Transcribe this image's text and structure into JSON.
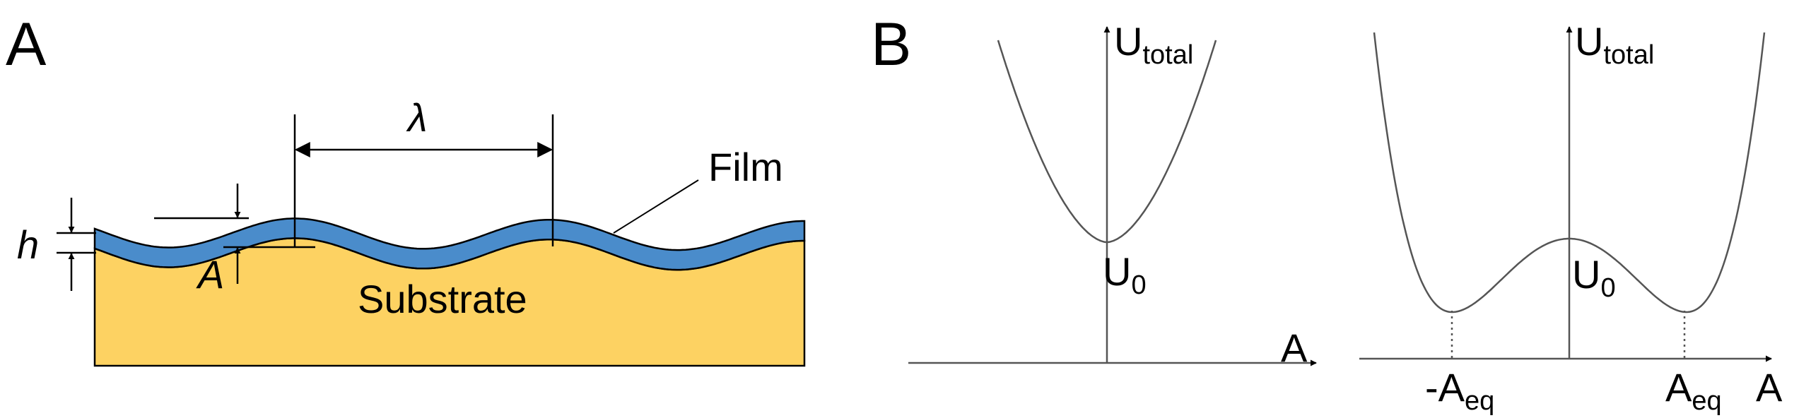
{
  "panel_a": {
    "label": "A",
    "wavelength": "λ",
    "film": "Film",
    "substrate": "Substrate",
    "thickness": "h",
    "amplitude": "A"
  },
  "panel_b": {
    "label": "B",
    "left_plot": {
      "y_label_main": "U",
      "y_label_sub": "total",
      "x_label": "A",
      "min_label_main": "U",
      "min_label_sub": "0"
    },
    "right_plot": {
      "y_label_main": "U",
      "y_label_sub": "total",
      "x_label": "A",
      "max_label_main": "U",
      "max_label_sub": "0",
      "neg_eq_main": "-A",
      "neg_eq_sub": "eq",
      "pos_eq_main": "A",
      "pos_eq_sub": "eq"
    }
  },
  "colors": {
    "film": "#4a8ccb",
    "substrate": "#fdd262",
    "outline": "#000000",
    "curve": "#555555"
  }
}
